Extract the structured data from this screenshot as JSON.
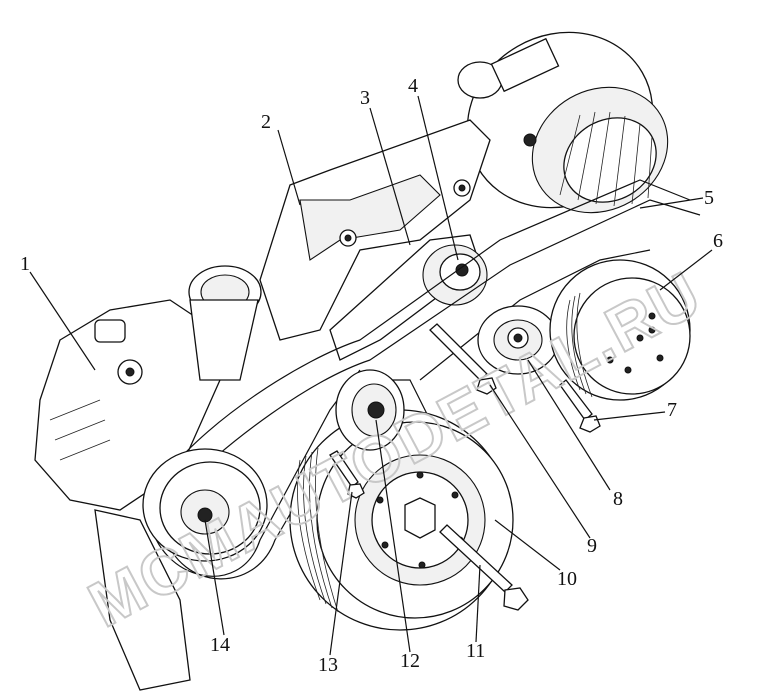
{
  "diagram": {
    "watermark": "MCMAUTODETAL.RU",
    "callouts": [
      {
        "id": "1",
        "label": "1"
      },
      {
        "id": "2",
        "label": "2"
      },
      {
        "id": "3",
        "label": "3"
      },
      {
        "id": "4",
        "label": "4"
      },
      {
        "id": "5",
        "label": "5"
      },
      {
        "id": "6",
        "label": "6"
      },
      {
        "id": "7",
        "label": "7"
      },
      {
        "id": "8",
        "label": "8"
      },
      {
        "id": "9",
        "label": "9"
      },
      {
        "id": "10",
        "label": "10"
      },
      {
        "id": "11",
        "label": "11"
      },
      {
        "id": "12",
        "label": "12"
      },
      {
        "id": "13",
        "label": "13"
      },
      {
        "id": "14",
        "label": "14"
      }
    ]
  },
  "colors": {
    "line": "#111111",
    "watermark": "#c8c8c8",
    "background": "#ffffff"
  }
}
